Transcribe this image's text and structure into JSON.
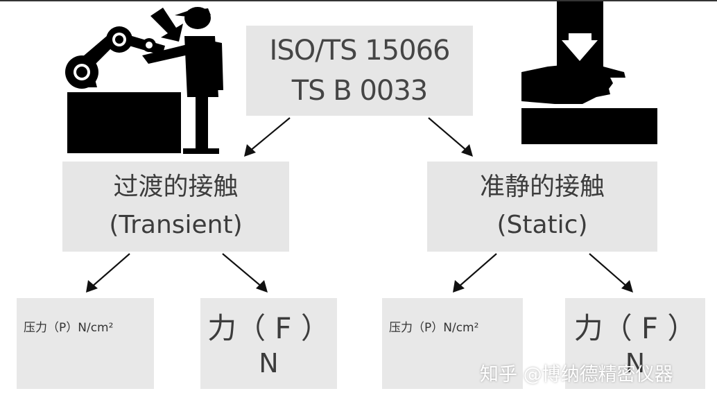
{
  "root": {
    "line1": "ISO/TS 15066",
    "line2": "TS B 0033"
  },
  "transient": {
    "line1": "过渡的接触",
    "line2": "(Transient)"
  },
  "static": {
    "line1": "准静的接触",
    "line2": "(Static)"
  },
  "leaves": {
    "pressure_left": "压力（P）N/cm²",
    "force_left_line1": "力（ F ）",
    "force_left_line2": "N",
    "pressure_right": "压力（P）N/cm²",
    "force_right_line1": "力（ F ）",
    "force_right_line2": "N"
  },
  "watermark": "知乎 @博纳德精密仪器",
  "icons": [
    "robot-arm-worker-icon",
    "hand-press-icon"
  ]
}
